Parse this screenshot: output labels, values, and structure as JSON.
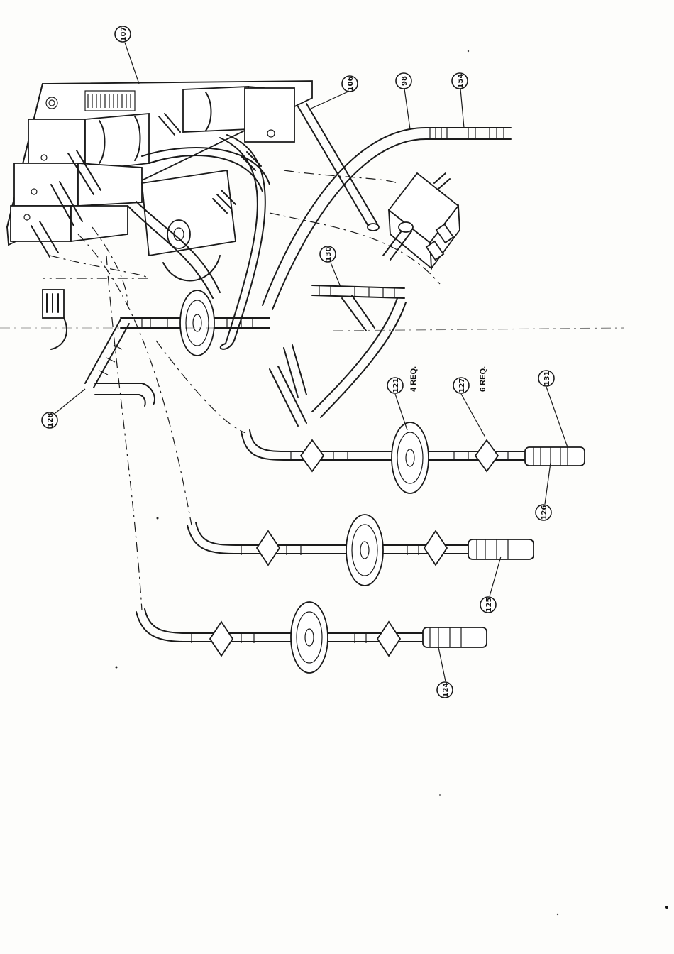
{
  "callouts": {
    "c107": "107",
    "c106": "106",
    "c98": "98",
    "c154": "154",
    "c130": "130",
    "c121": "121",
    "c127": "127",
    "c131": "131",
    "c126": "126",
    "c125": "125",
    "c124": "124",
    "c128": "128"
  },
  "notes": {
    "req4": "4 REQ.",
    "req6": "6 REQ."
  }
}
